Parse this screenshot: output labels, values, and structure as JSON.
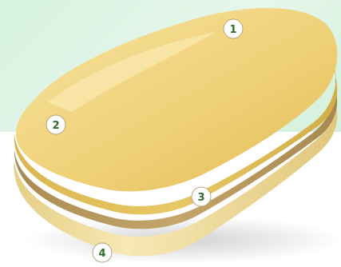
{
  "scene": {
    "subject": "tablet-cross-section",
    "background_top_color": "#dff4e6",
    "background_bottom_color": "#ffffff",
    "tablet_colors": {
      "core_light": "#f3d989",
      "core_mid": "#e7c35c",
      "core_edge": "#d8b24a",
      "coating_band": "#b99a5c",
      "base_layer": "#efdc97",
      "base_shadow": "#cdb77a"
    },
    "marker_color": "#2d6b2f"
  },
  "markers": [
    {
      "label": "1"
    },
    {
      "label": "2"
    },
    {
      "label": "3"
    },
    {
      "label": "4"
    }
  ]
}
